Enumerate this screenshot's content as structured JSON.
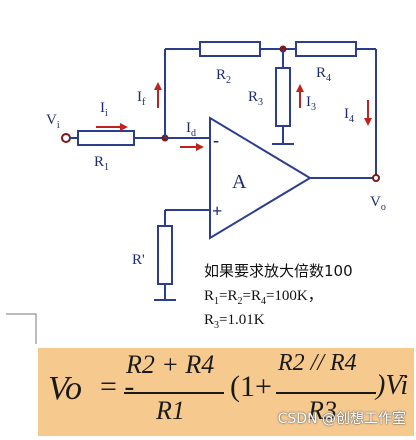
{
  "labels": {
    "vi": "V",
    "vi_sub": "i",
    "ii": "I",
    "ii_sub": "i",
    "if": "I",
    "if_sub": "f",
    "id": "I",
    "id_sub": "d",
    "r1": "R",
    "r1_sub": "1",
    "r2": "R",
    "r2_sub": "2",
    "r3": "R",
    "r3_sub": "3",
    "r4": "R",
    "r4_sub": "4",
    "i3": "I",
    "i3_sub": "3",
    "i4": "I",
    "i4_sub": "4",
    "rprime": "R'",
    "vo": "V",
    "vo_sub": "o",
    "opamp": "A",
    "minus": "-",
    "plus": "+"
  },
  "notes": {
    "line1": "如果要求放大倍数100",
    "line2_r": "R",
    "line2_s1": "1",
    "line2_eq1": "=R",
    "line2_s2": "2",
    "line2_eq2": "=R",
    "line2_s4": "4",
    "line2_val": "=100K，",
    "line3_r": "R",
    "line3_s3": "3",
    "line3_val": "=1.01K"
  },
  "formula": {
    "lhs": "Vo",
    "eq": "= -",
    "num": "R2 + R4",
    "den": "R1",
    "open": "(1+",
    "num2": "R2 // R4",
    "den2": "R3",
    "close": ")Vi"
  },
  "watermark": "CSDN @创想工作室",
  "colors": {
    "wire": "#2b3d8f",
    "current_arrow": "#c0231e",
    "formula_bg": "#f6c98e"
  }
}
